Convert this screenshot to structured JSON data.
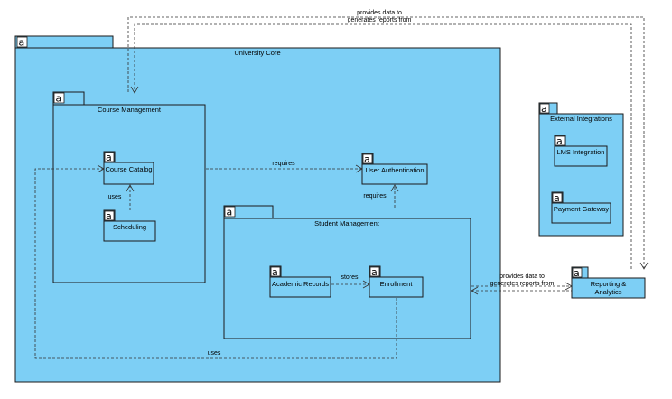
{
  "packages": {
    "university_core": {
      "title": "University Core"
    },
    "course_management": {
      "title": "Course Management"
    },
    "course_catalog": {
      "title": "Course Catalog"
    },
    "scheduling": {
      "title": "Scheduling"
    },
    "user_authentication": {
      "title": "User Authentication"
    },
    "student_management": {
      "title": "Student Management"
    },
    "academic_records": {
      "title": "Academic Records"
    },
    "enrollment": {
      "title": "Enrollment"
    },
    "external_integrations": {
      "title": "External Integrations"
    },
    "lms_integration": {
      "title": "LMS Integration"
    },
    "payment_gateway": {
      "title": "Payment Gateway"
    },
    "reporting": {
      "title_line1": "Reporting &",
      "title_line2": "Analytics"
    }
  },
  "package_icon_glyph": "a",
  "relations": {
    "top_label_line1": "provides data to",
    "top_label_line2": "generates reports from",
    "right_label_line1": "provides data to",
    "right_label_line2": "generates reports from",
    "catalog_to_auth": "requires",
    "scheduling_to_catalog": "uses",
    "enrollment_to_auth": "requires",
    "records_to_enrollment": "stores",
    "enrollment_to_catalog": "uses"
  },
  "colors": {
    "package_fill": "#7dcff5",
    "border": "#1a1a1a",
    "line": "#333333"
  }
}
